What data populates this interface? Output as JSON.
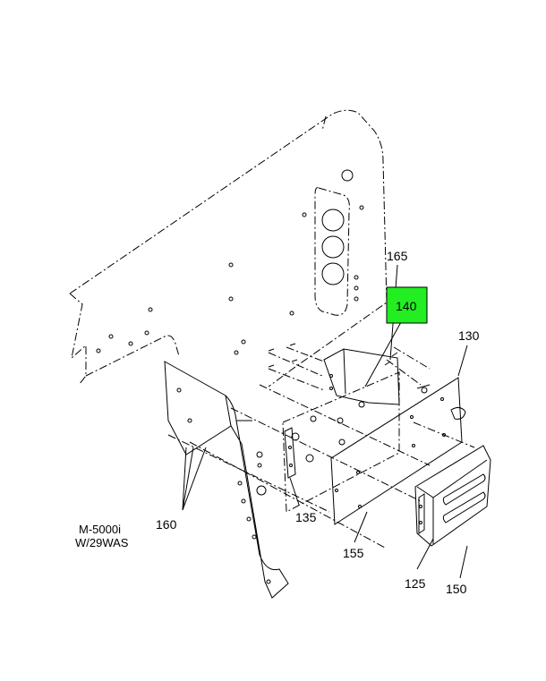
{
  "callouts": {
    "c165": "165",
    "c140": "140",
    "c130": "130",
    "c160": "160",
    "c135": "135",
    "c155": "155",
    "c125": "125",
    "c150": "150"
  },
  "highlighted_callout": "140",
  "highlight_color": "#22ee22",
  "caption": {
    "line1": "M-5000i",
    "line2": "W/29WAS"
  }
}
